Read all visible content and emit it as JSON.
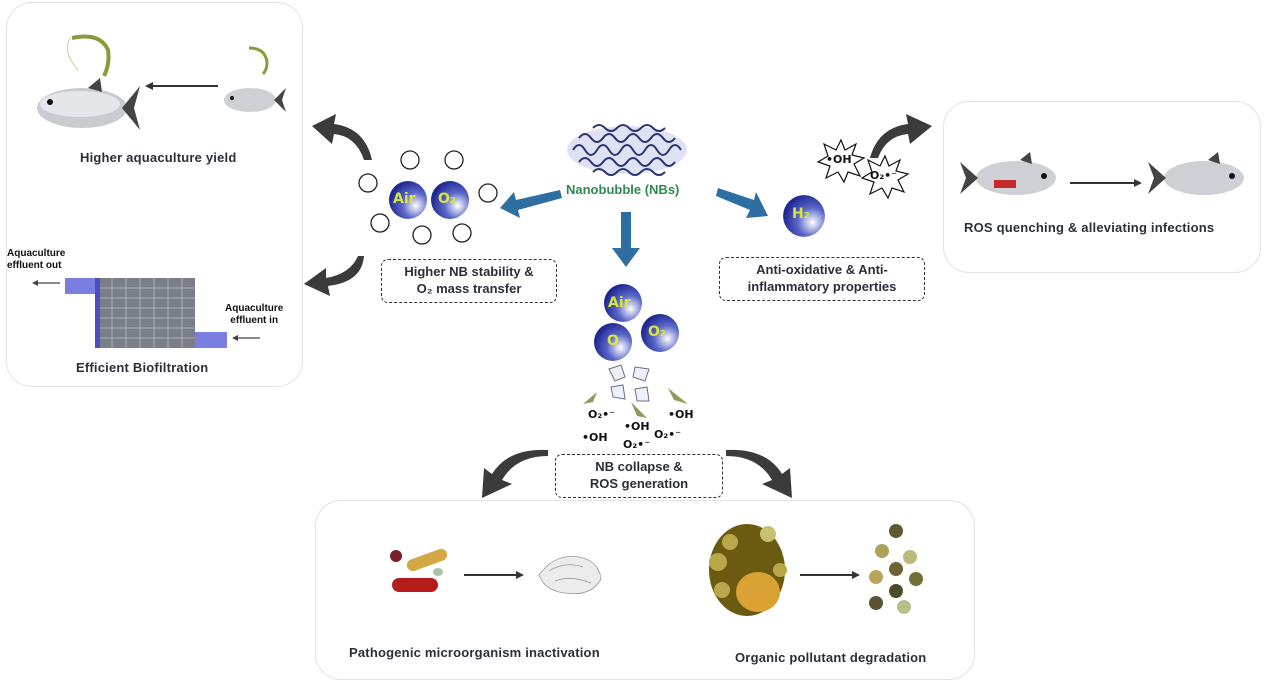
{
  "center": {
    "title": "Nanobubble (NBs)",
    "title_color": "#2e8a4e",
    "arrow_color": "#2f6ea0",
    "bubble_gas_labels": [
      "Air",
      "O",
      "O2",
      "H2"
    ]
  },
  "panels": {
    "yield": {
      "label": "Higher aquaculture yield"
    },
    "biofiltration": {
      "label": "Efficient Biofiltration",
      "outlet_label_line1": "Aquaculture",
      "outlet_label_line2": "effluent out",
      "inlet_label_line1": "Aquaculture",
      "inlet_label_line2": "effluent in"
    },
    "ros_quenching": {
      "label": "ROS quenching & alleviating infections"
    },
    "pathogen": {
      "label": "Pathogenic microorganism inactivation"
    },
    "pollutant": {
      "label": "Organic pollutant degradation"
    }
  },
  "mechanisms": {
    "stability": {
      "line1": "Higher NB stability &",
      "line2": "O₂ mass transfer"
    },
    "antioxidative": {
      "line1": "Anti-oxidative & Anti-",
      "line2": "inflammatory properties"
    },
    "collapse": {
      "line1": "NB collapse &",
      "line2": "ROS generation"
    }
  },
  "radicals": {
    "hydroxyl": "•OH",
    "superoxide": "O₂•⁻"
  },
  "bubbles": {
    "air": "Air",
    "o2": "O₂",
    "o": "O",
    "h2": "H₂"
  }
}
